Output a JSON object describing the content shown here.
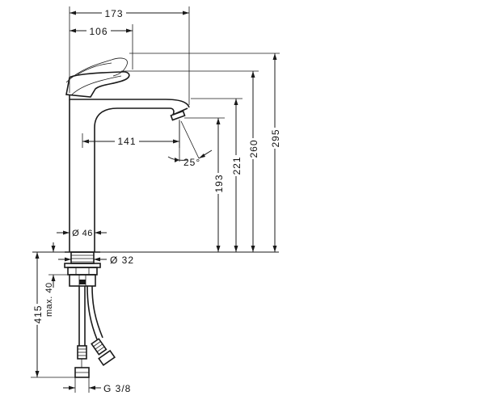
{
  "dimensions": {
    "width_overall": "173",
    "width_handle": "106",
    "height_spout_outlet": "141",
    "angle_outlet": "25°",
    "height_193": "193",
    "height_221": "221",
    "height_260": "260",
    "height_295": "295",
    "diameter_body": "Ø 46",
    "diameter_base": "Ø 32",
    "depth_415": "415",
    "max_thickness": "max. 40",
    "thread_connection": "G 3/8"
  }
}
